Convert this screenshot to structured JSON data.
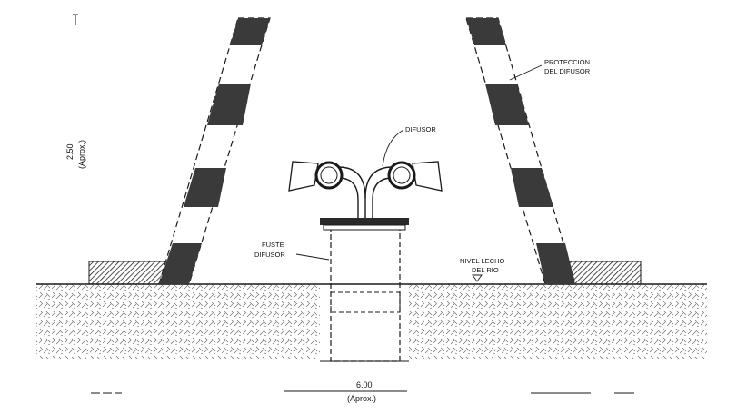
{
  "labels": {
    "proteccion_line1": "PROTECCION",
    "proteccion_line2": "DEL DIFUSOR",
    "difusor": "DIFUSOR",
    "fuste_line1": "FUSTE",
    "fuste_line2": "DIFUSOR",
    "nivel_line1": "NIVEL LECHO",
    "nivel_line2": "DEL RIO"
  },
  "dimensions": {
    "height_value": "2.50",
    "height_note": "(Aprox.)",
    "width_value": "6.00",
    "width_note": "(Aprox.)"
  },
  "colors": {
    "ink": "#1a1a1a",
    "band_dark": "#3a3a3a",
    "soil_hatch": "#555555"
  }
}
